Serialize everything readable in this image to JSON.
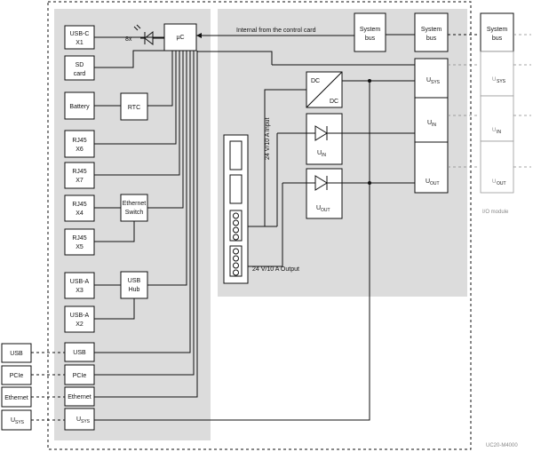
{
  "blocks": {
    "usbc": [
      "USB-C",
      "X1"
    ],
    "sd": [
      "SD",
      "card"
    ],
    "battery": "Battery",
    "rtc": "RTC",
    "rj6": [
      "RJ45",
      "X6"
    ],
    "rj7": [
      "RJ45",
      "X7"
    ],
    "rj4": [
      "RJ45",
      "X4"
    ],
    "rj5": [
      "RJ45",
      "X5"
    ],
    "eth_switch": [
      "Ethernet",
      "Switch"
    ],
    "usba3": [
      "USB-A",
      "X3"
    ],
    "usba2": [
      "USB-A",
      "X2"
    ],
    "usb_hub": [
      "USB",
      "Hub"
    ],
    "uc": "µC",
    "led_count": "8x",
    "sysbus_ctrl": [
      "System",
      "bus"
    ],
    "sysbus_card": [
      "System",
      "bus"
    ],
    "sysbus_io": [
      "System",
      "bus"
    ],
    "dcdc": [
      "DC",
      "DC"
    ],
    "u_in": "U",
    "u_in_sub": "IN",
    "u_out": "U",
    "u_out_sub": "OUT",
    "u_sys": "U",
    "u_sys_sub": "SYS"
  },
  "connectors_left": [
    "USB",
    "PCIe",
    "Ethernet",
    "U"
  ],
  "connectors_left_sub": "SYS",
  "connectors_inner": [
    "USB",
    "PCIe",
    "Ethernet",
    "U"
  ],
  "labels": {
    "internal": "Internal from the control card",
    "input": "24 V/10 A Input",
    "output": "24 V/10 A Output",
    "io_module": "I/O module",
    "part_no": "UC20-M4000"
  }
}
